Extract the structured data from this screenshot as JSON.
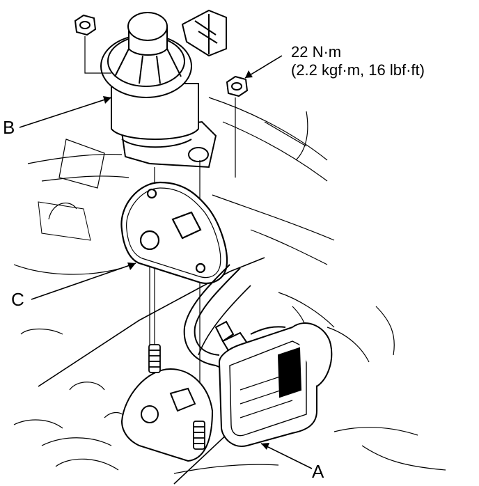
{
  "callouts": {
    "a": "A",
    "b": "B",
    "c": "C"
  },
  "torque": {
    "value": "22 N·m",
    "conversion": "(2.2 kgf·m, 16 lbf·ft)"
  },
  "colors": {
    "line": "#000000",
    "background": "#ffffff"
  }
}
